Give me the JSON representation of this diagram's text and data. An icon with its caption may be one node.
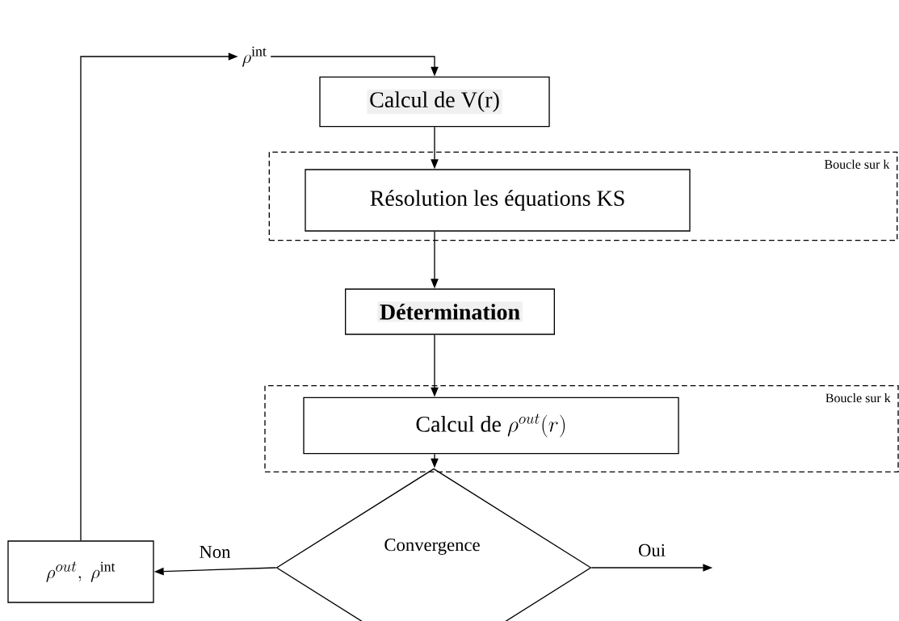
{
  "diagram": {
    "nodes": [
      {
        "text": [
          "\\rho^{\\mathrm{int}}"
        ]
      },
      {
        "text": [
          "Calcul de V(r)"
        ]
      },
      {
        "text": [
          "Boucle sur k"
        ]
      },
      {
        "text": [
          "Résolution les équations KS"
        ],
        "in": 2
      },
      {
        "text": [
          "Détermination"
        ]
      },
      {
        "text": [
          "Boucle sur k"
        ]
      },
      {
        "text": [
          "Calcul de",
          "\\rho^{out}(r)"
        ],
        "in": 5
      },
      {
        "text": [
          "Convergence"
        ]
      },
      {
        "text": [
          "\\rho^{out},\\ \\rho^{\\mathrm{int}}"
        ]
      }
    ],
    "edges": [
      {
        "from": 0,
        "to": 1,
        "arrow": "to"
      },
      {
        "from": 1,
        "to": 3,
        "arrow": "to"
      },
      {
        "from": 3,
        "to": 4,
        "arrow": "to"
      },
      {
        "from": 4,
        "to": 6,
        "arrow": "to"
      },
      {
        "from": 6,
        "to": 7,
        "arrow": "to"
      },
      {
        "from": 7,
        "to": 8,
        "arrow": "to",
        "label": "Non"
      },
      {
        "from": 7,
        "to": null,
        "arrow": "to",
        "label": "Oui"
      },
      {
        "from": 8,
        "to": 0,
        "arrow": "to"
      }
    ]
  }
}
